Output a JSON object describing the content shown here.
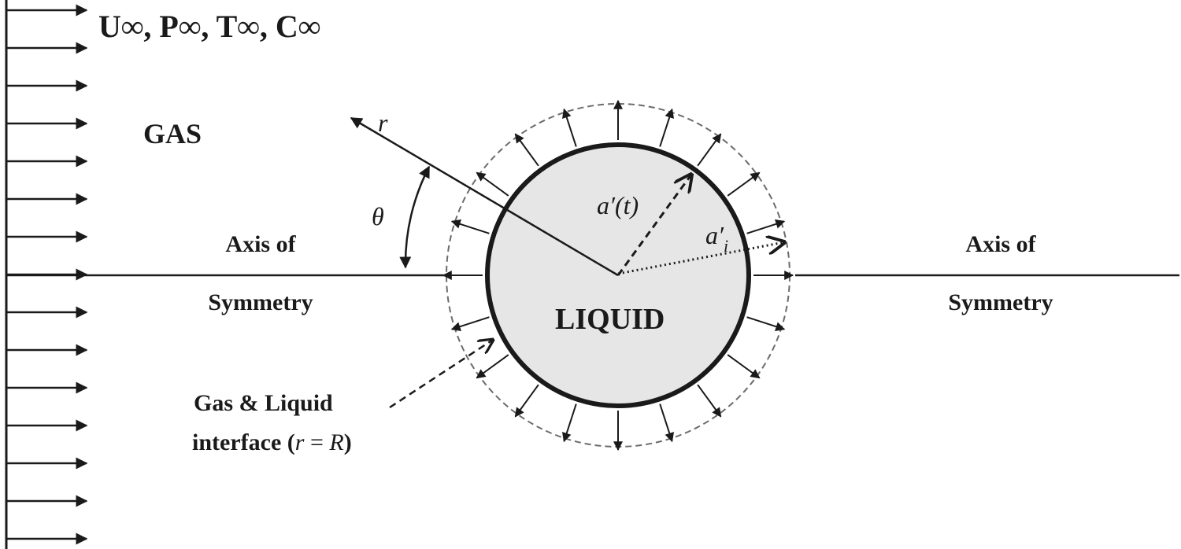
{
  "free_stream": {
    "label": "U∞, P∞, T∞, C∞"
  },
  "regions": {
    "gas": "GAS",
    "liquid": "LIQUID"
  },
  "axis_left": {
    "line1": "Axis of",
    "line2": "Symmetry"
  },
  "axis_right": {
    "line1": "Axis of",
    "line2": "Symmetry"
  },
  "symbols": {
    "r": "r",
    "theta": "θ",
    "a_t": "a′(t)",
    "a_i_base": "a′",
    "a_i_sub": "i"
  },
  "interface": {
    "line1": "Gas & Liquid",
    "line2_prefix": "interface (",
    "line2_r": "r",
    "line2_eq": " = ",
    "line2_R": "R",
    "line2_suffix": ")"
  },
  "colors": {
    "ink": "#1a1a1a",
    "liquid_fill": "#e6e6e6",
    "dashed_circle": "#6b6b6b"
  }
}
